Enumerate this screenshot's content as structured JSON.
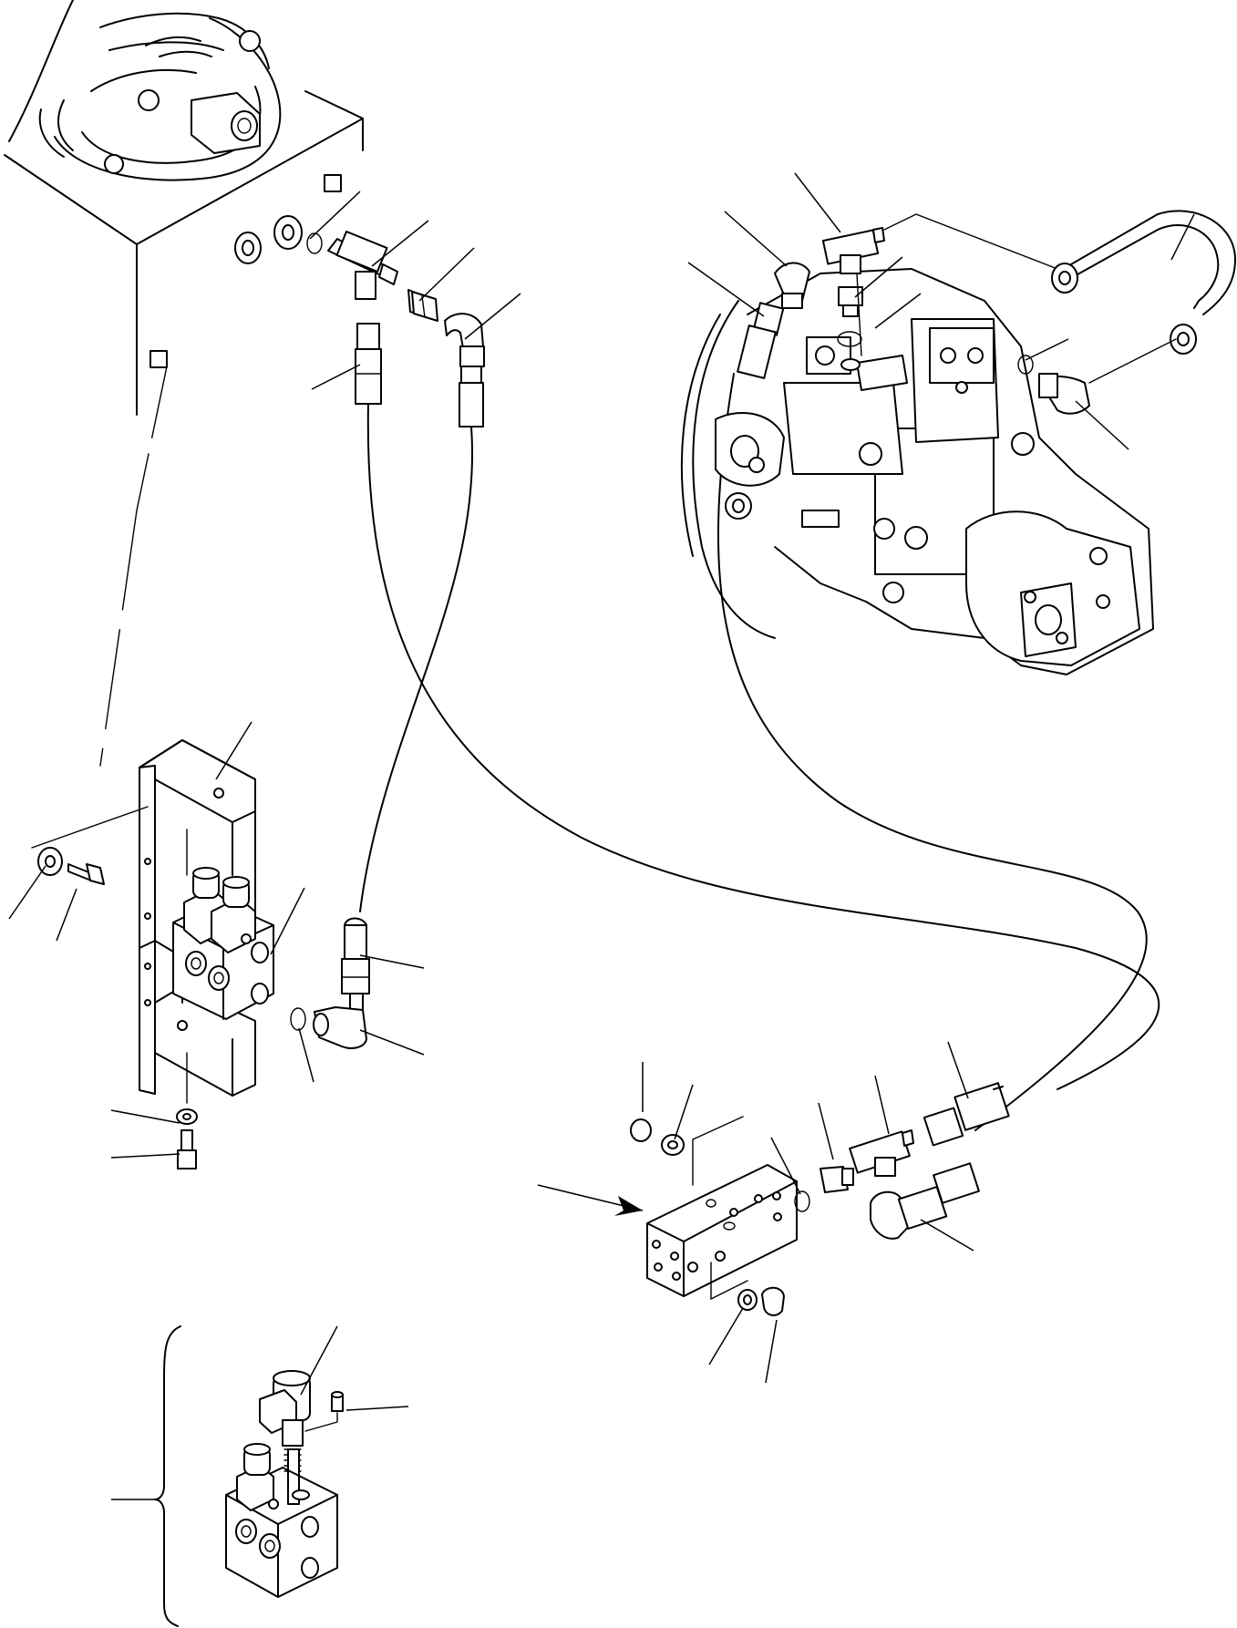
{
  "figure": {
    "background": "#ffffff",
    "ink": "#000000"
  },
  "leaders": [
    {
      "name": "leader-tank-oring",
      "points": [
        [
          395,
          210
        ],
        [
          340,
          262
        ]
      ]
    },
    {
      "name": "leader-tank-tee",
      "points": [
        [
          470,
          242
        ],
        [
          408,
          292
        ]
      ]
    },
    {
      "name": "leader-tank-adapter",
      "points": [
        [
          520,
          272
        ],
        [
          460,
          330
        ]
      ]
    },
    {
      "name": "leader-tank-elbow",
      "points": [
        [
          571,
          322
        ],
        [
          510,
          372
        ]
      ]
    },
    {
      "name": "leader-tank-hose-left",
      "points": [
        [
          342,
          427
        ],
        [
          395,
          400
        ]
      ]
    },
    {
      "name": "leader-pump-tee",
      "points": [
        [
          872,
          190
        ],
        [
          922,
          255
        ]
      ]
    },
    {
      "name": "leader-pump-elbow45",
      "points": [
        [
          795,
          232
        ],
        [
          863,
          292
        ]
      ]
    },
    {
      "name": "leader-pump-hose",
      "points": [
        [
          755,
          288
        ],
        [
          838,
          347
        ]
      ]
    },
    {
      "name": "leader-pump-adapter",
      "points": [
        [
          990,
          282
        ],
        [
          938,
          326
        ]
      ]
    },
    {
      "name": "leader-pump-oring",
      "points": [
        [
          1010,
          322
        ],
        [
          960,
          360
        ]
      ]
    },
    {
      "name": "leader-pump-tube",
      "points": [
        [
          1310,
          235
        ],
        [
          1285,
          285
        ]
      ]
    },
    {
      "name": "leader-pump-oring-right",
      "points": [
        [
          1172,
          372
        ],
        [
          1125,
          395
        ]
      ]
    },
    {
      "name": "leader-pump-elbow-right",
      "points": [
        [
          1238,
          493
        ],
        [
          1180,
          440
        ]
      ]
    },
    {
      "name": "leader-bracket",
      "points": [
        [
          276,
          792
        ],
        [
          237,
          855
        ]
      ]
    },
    {
      "name": "leader-washer-left",
      "points": [
        [
          10,
          1008
        ],
        [
          50,
          950
        ]
      ]
    },
    {
      "name": "leader-bolt-left",
      "points": [
        [
          62,
          1032
        ],
        [
          84,
          975
        ]
      ]
    },
    {
      "name": "leader-solenoid-valve",
      "points": [
        [
          334,
          974
        ],
        [
          297,
          1047
        ]
      ]
    },
    {
      "name": "leader-hose-fitting-mid",
      "points": [
        [
          465,
          1062
        ],
        [
          395,
          1048
        ]
      ]
    },
    {
      "name": "leader-elbow-mid",
      "points": [
        [
          465,
          1157
        ],
        [
          395,
          1130
        ]
      ]
    },
    {
      "name": "leader-oring-mid",
      "points": [
        [
          344,
          1187
        ],
        [
          328,
          1128
        ]
      ]
    },
    {
      "name": "leader-washer-bottom",
      "points": [
        [
          122,
          1218
        ],
        [
          197,
          1232
        ]
      ]
    },
    {
      "name": "leader-bolt-bottom",
      "points": [
        [
          122,
          1270
        ],
        [
          197,
          1266
        ]
      ]
    },
    {
      "name": "leader-block-plug-a",
      "points": [
        [
          705,
          1165
        ],
        [
          705,
          1220
        ]
      ]
    },
    {
      "name": "leader-block-washer-a",
      "points": [
        [
          760,
          1190
        ],
        [
          740,
          1250
        ]
      ]
    },
    {
      "name": "leader-block-oring",
      "points": [
        [
          846,
          1248
        ],
        [
          878,
          1310
        ]
      ]
    },
    {
      "name": "leader-block-adapter",
      "points": [
        [
          898,
          1210
        ],
        [
          914,
          1272
        ]
      ]
    },
    {
      "name": "leader-block-tee",
      "points": [
        [
          960,
          1180
        ],
        [
          975,
          1244
        ]
      ]
    },
    {
      "name": "leader-block-hose-top",
      "points": [
        [
          1040,
          1143
        ],
        [
          1062,
          1205
        ]
      ]
    },
    {
      "name": "leader-block-elbow",
      "points": [
        [
          1068,
          1372
        ],
        [
          1010,
          1338
        ]
      ]
    },
    {
      "name": "leader-block-washer-b",
      "points": [
        [
          778,
          1497
        ],
        [
          815,
          1435
        ]
      ]
    },
    {
      "name": "leader-block-plug-b",
      "points": [
        [
          840,
          1517
        ],
        [
          852,
          1448
        ]
      ]
    },
    {
      "name": "leader-cartridge",
      "points": [
        [
          370,
          1455
        ],
        [
          330,
          1530
        ]
      ]
    },
    {
      "name": "leader-cartridge-screw",
      "points": [
        [
          448,
          1543
        ],
        [
          380,
          1547
        ]
      ]
    },
    {
      "name": "leader-assembly-brace",
      "points": [
        [
          122,
          1645
        ],
        [
          170,
          1645
        ]
      ]
    },
    {
      "name": "leader-view-arrow",
      "points": [
        [
          590,
          1300
        ],
        [
          705,
          1328
        ]
      ]
    }
  ]
}
